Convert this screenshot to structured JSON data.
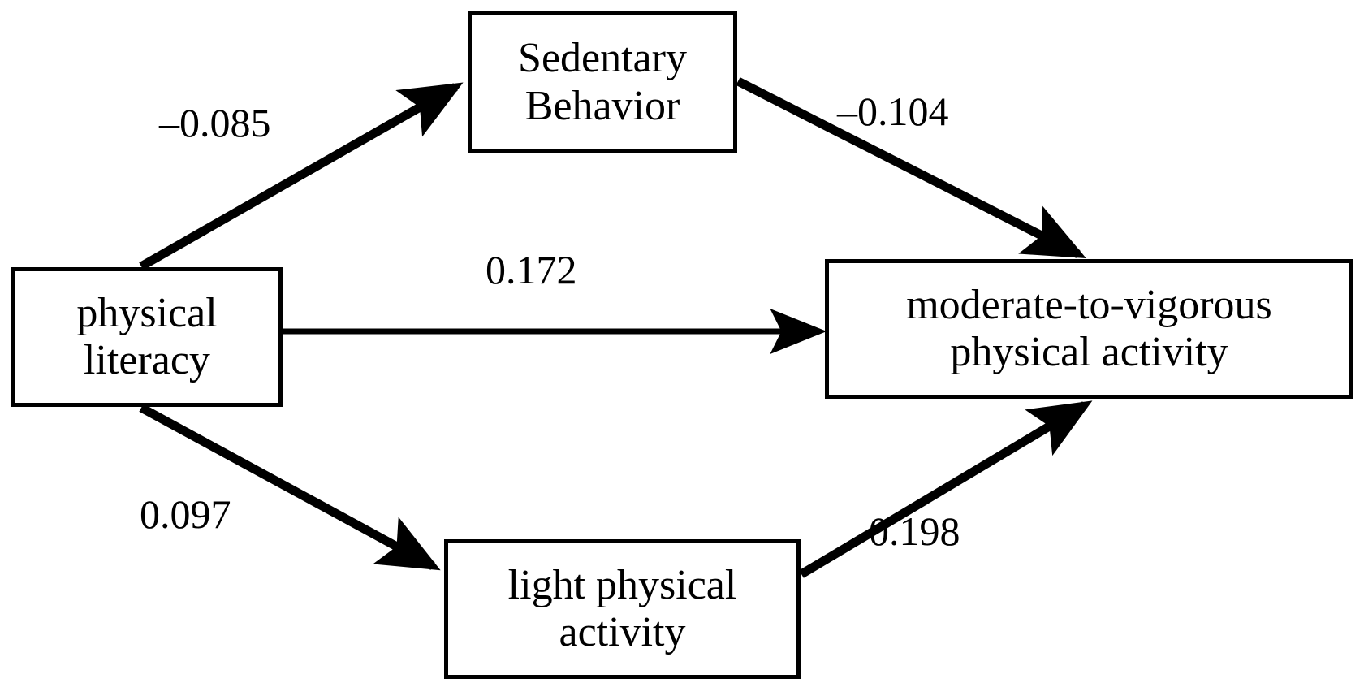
{
  "diagram": {
    "title": "Mediation model of physical literacy and physical activity",
    "background_color": "#ffffff",
    "stroke_color": "#000000",
    "nodes": [
      {
        "id": "physical-literacy",
        "label": "physical\nliteracy"
      },
      {
        "id": "sedentary-behavior",
        "label": "Sedentary\nBehavior"
      },
      {
        "id": "light-physical-activity",
        "label": "light physical\nactivity"
      },
      {
        "id": "moderate-to-vigorous-physical-activity",
        "label": "moderate-to-vigorous\nphysical activity"
      }
    ],
    "edges": [
      {
        "id": "pl-to-sb",
        "from": "physical-literacy",
        "to": "sedentary-behavior",
        "coefficient": "–0.085"
      },
      {
        "id": "sb-to-mvpa",
        "from": "sedentary-behavior",
        "to": "moderate-to-vigorous-physical-activity",
        "coefficient": "–0.104"
      },
      {
        "id": "pl-to-mvpa",
        "from": "physical-literacy",
        "to": "moderate-to-vigorous-physical-activity",
        "coefficient": "0.172"
      },
      {
        "id": "pl-to-lpa",
        "from": "physical-literacy",
        "to": "light-physical-activity",
        "coefficient": "0.097"
      },
      {
        "id": "lpa-to-mvpa",
        "from": "light-physical-activity",
        "to": "moderate-to-vigorous-physical-activity",
        "coefficient": "0.198"
      }
    ]
  },
  "chart_data": {
    "type": "diagram",
    "title": "Path / mediation diagram",
    "nodes": [
      "physical literacy",
      "Sedentary Behavior",
      "light physical activity",
      "moderate-to-vigorous physical activity"
    ],
    "paths": [
      {
        "source": "physical literacy",
        "target": "Sedentary Behavior",
        "value": -0.085
      },
      {
        "source": "Sedentary Behavior",
        "target": "moderate-to-vigorous physical activity",
        "value": -0.104
      },
      {
        "source": "physical literacy",
        "target": "moderate-to-vigorous physical activity",
        "value": 0.172
      },
      {
        "source": "physical literacy",
        "target": "light physical activity",
        "value": 0.097
      },
      {
        "source": "light physical activity",
        "target": "moderate-to-vigorous physical activity",
        "value": 0.198
      }
    ]
  }
}
